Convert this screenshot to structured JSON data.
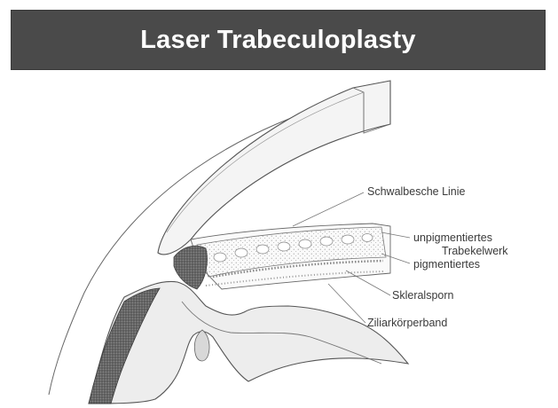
{
  "header": {
    "title": "Laser Trabeculoplasty"
  },
  "diagram": {
    "labels": {
      "schwalbe": "Schwalbesche Linie",
      "unpigmented": "unpigmentiertes",
      "trabecular": "Trabekelwerk",
      "pigmented": "pigmentiertes",
      "scleral_spur": "Skleralsporn",
      "ciliary_band": "Ziliarkörperband"
    }
  },
  "colors": {
    "title_background": "#4a4a4a",
    "title_text": "#ffffff",
    "line": "#555555",
    "pigment": "#4a4a4a"
  }
}
